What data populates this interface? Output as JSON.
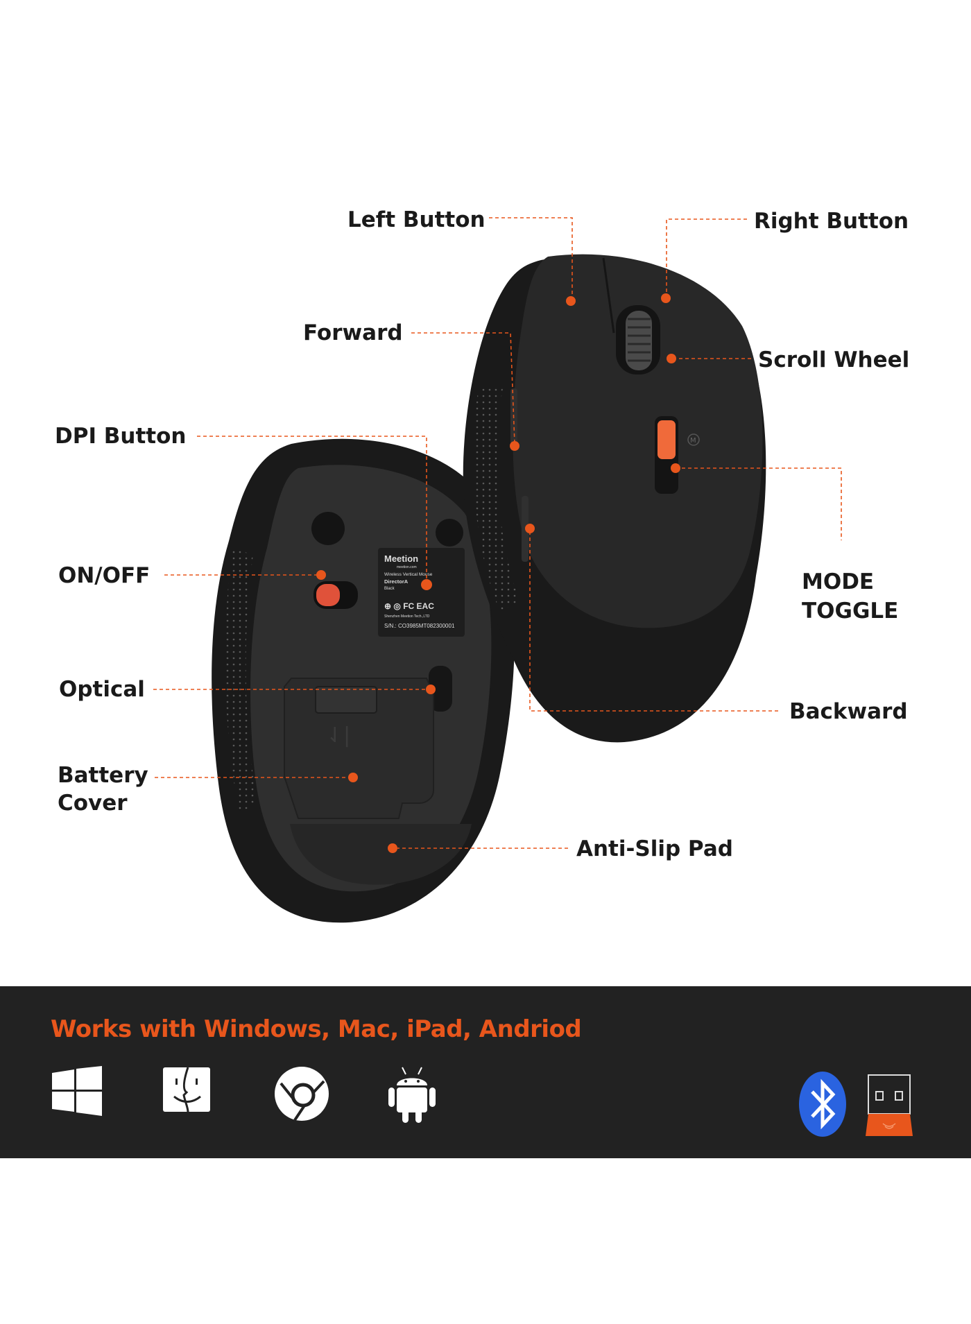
{
  "callouts": {
    "left_button": "Left Button",
    "right_button": "Right Button",
    "forward": "Forward",
    "scroll_wheel": "Scroll Wheel",
    "dpi_button": "DPI Button",
    "mode_toggle_line1": "MODE",
    "mode_toggle_line2": "TOGGLE",
    "on_off": "ON/OFF",
    "backward": "Backward",
    "optical": "Optical",
    "battery_cover_line1": "Battery",
    "battery_cover_line2": "Cover",
    "anti_slip_pad": "Anti-Slip Pad"
  },
  "product_label": {
    "brand": "Meetion",
    "site": "meetion.com",
    "type": "Wireless Vertical Mouse",
    "model": "DirectorA",
    "color": "Black",
    "maker": "Shenzhen Meetion Tech.,LTD",
    "serial": "S/N.: CO3985MT082300001"
  },
  "mode_button_letter": "M",
  "compatibility": {
    "title": "Works with Windows, Mac, iPad, Andriod",
    "os_icons": [
      "windows-icon",
      "finder-icon",
      "chrome-icon",
      "android-icon"
    ],
    "connection_icons": [
      "bluetooth-icon",
      "usb-receiver-icon"
    ]
  },
  "colors": {
    "accent": "#e8561c",
    "banner_bg": "#222222",
    "bluetooth": "#2a63e0"
  }
}
